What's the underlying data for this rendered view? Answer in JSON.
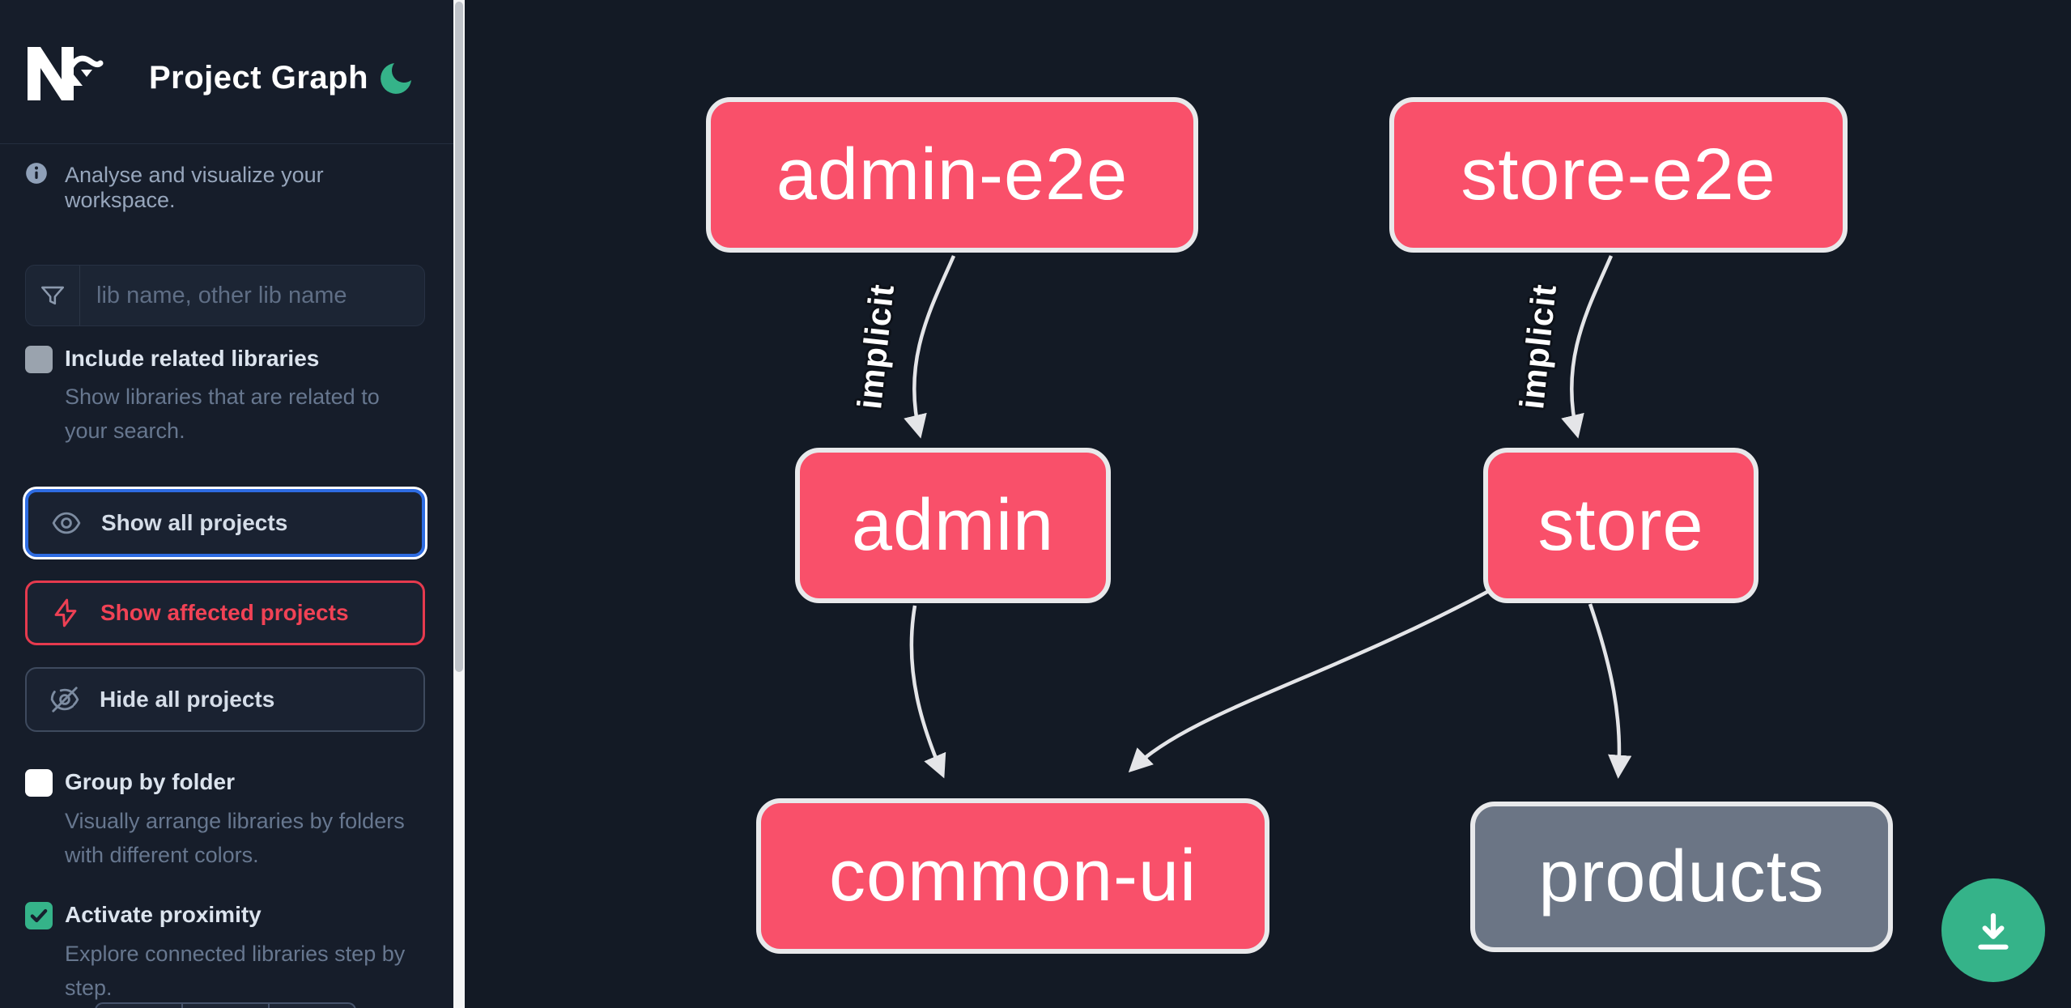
{
  "header": {
    "title": "Project Graph",
    "logo": "nx",
    "theme_toggle": "moon"
  },
  "sidebar": {
    "info_text": "Analyse and visualize your workspace.",
    "search": {
      "placeholder": "lib name, other lib name",
      "value": ""
    },
    "options": {
      "include_related": {
        "label": "Include related libraries",
        "description": "Show libraries that are related to your search.",
        "checked": false,
        "disabled": true
      },
      "group_by_folder": {
        "label": "Group by folder",
        "description": "Visually arrange libraries by folders with different colors.",
        "checked": false
      },
      "activate_proximity": {
        "label": "Activate proximity",
        "description": "Explore connected libraries step by step.",
        "checked": true
      }
    },
    "actions": {
      "show_all": {
        "label": "Show all projects",
        "focused": true
      },
      "show_affected": {
        "label": "Show affected projects"
      },
      "hide_all": {
        "label": "Hide all projects"
      }
    }
  },
  "graph": {
    "nodes": [
      {
        "id": "admin-e2e",
        "label": "admin-e2e",
        "state": "affected"
      },
      {
        "id": "store-e2e",
        "label": "store-e2e",
        "state": "affected"
      },
      {
        "id": "admin",
        "label": "admin",
        "state": "affected"
      },
      {
        "id": "store",
        "label": "store",
        "state": "affected"
      },
      {
        "id": "common-ui",
        "label": "common-ui",
        "state": "affected"
      },
      {
        "id": "products",
        "label": "products",
        "state": "normal"
      }
    ],
    "edges": [
      {
        "from": "admin-e2e",
        "to": "admin",
        "label": "implicit"
      },
      {
        "from": "store-e2e",
        "to": "store",
        "label": "implicit"
      },
      {
        "from": "admin",
        "to": "common-ui",
        "label": ""
      },
      {
        "from": "store",
        "to": "common-ui",
        "label": ""
      },
      {
        "from": "store",
        "to": "products",
        "label": ""
      }
    ]
  },
  "fab": {
    "icon": "download-icon"
  },
  "colors": {
    "background": "#131a25",
    "sidebar": "#161d2a",
    "node_affected": "#f9506a",
    "node_normal": "#6b7585",
    "node_border": "#e8e9eb",
    "edge": "#e4e5e8",
    "accent_green": "#35b389",
    "focus_blue": "#2e6ce2",
    "affected_red": "#ee4054"
  }
}
